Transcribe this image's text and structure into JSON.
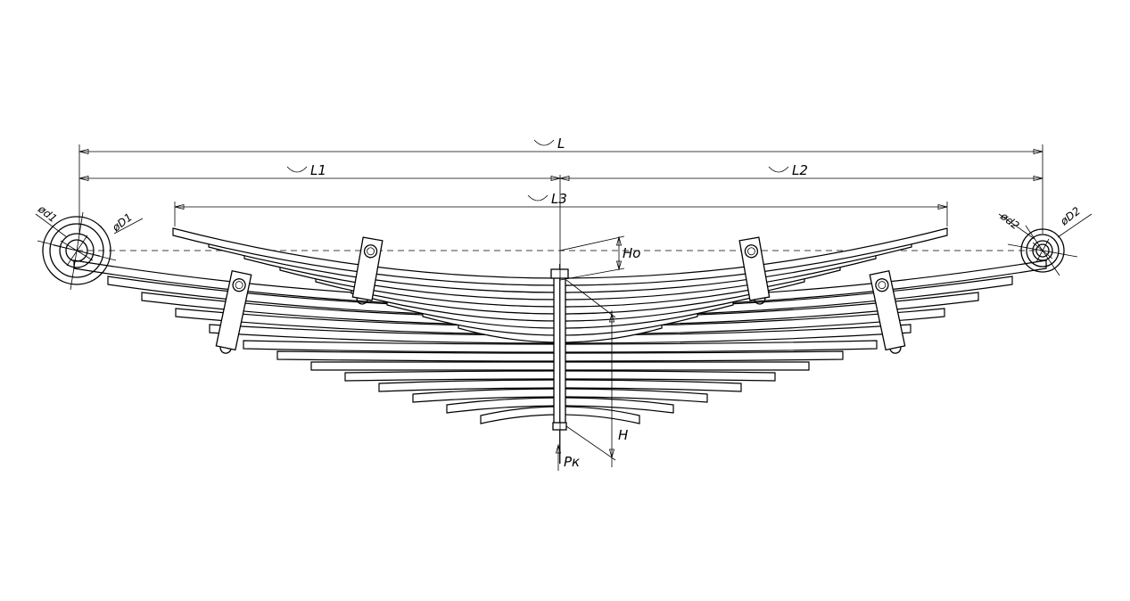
{
  "labels": {
    "L": "L",
    "L1": "L1",
    "L2": "L2",
    "L3": "L3",
    "Ho": "Ho",
    "H": "H",
    "Pk": "Pк",
    "d1": "ød1",
    "D1": "øD1",
    "d2": "ød2",
    "D2": "øD2"
  }
}
